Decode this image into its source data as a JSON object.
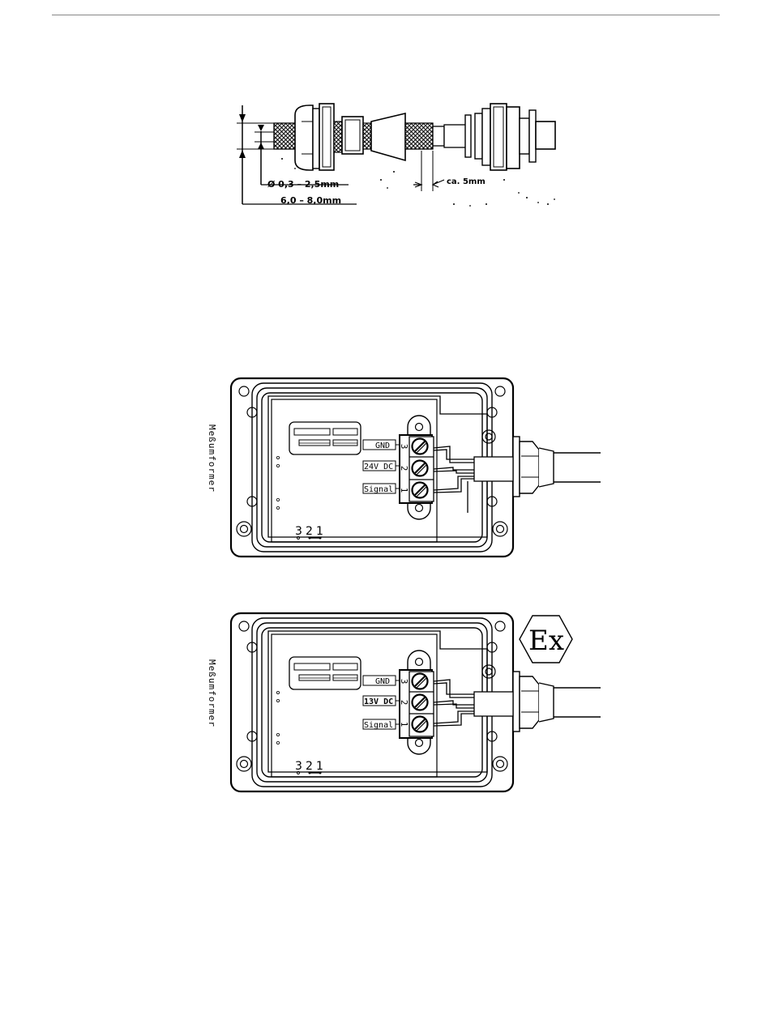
{
  "cable_gland": {
    "dim_inner": "Ø 0,3 – 2,5mm",
    "dim_outer": "6,0 – 8,0mm",
    "dim_strip": "ca. 5mm"
  },
  "boxes": [
    {
      "side_label": "Meßumformer",
      "terminals": [
        {
          "label": "GND",
          "number": "3"
        },
        {
          "label": "24V DC",
          "number": "2"
        },
        {
          "label": "Signal",
          "number": "1"
        }
      ],
      "jumper_labels": [
        "3",
        "2",
        "1"
      ],
      "ex_mark": ""
    },
    {
      "side_label": "Meßumformer",
      "terminals": [
        {
          "label": "GND",
          "number": "3"
        },
        {
          "label": "13V DC",
          "number": "2"
        },
        {
          "label": "Signal",
          "number": "1"
        }
      ],
      "jumper_labels": [
        "3",
        "2",
        "1"
      ],
      "ex_mark": "Ex"
    }
  ]
}
